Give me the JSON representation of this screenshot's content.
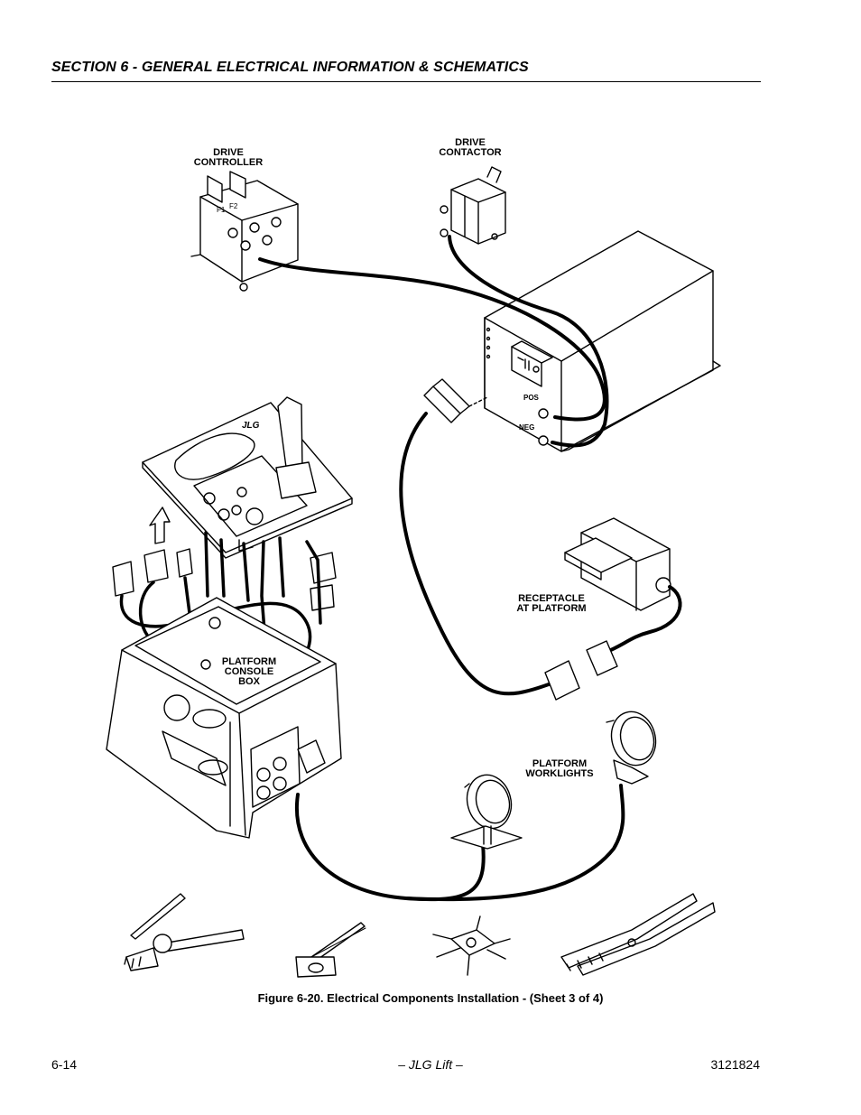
{
  "header": {
    "section_title": "SECTION 6 - GENERAL ELECTRICAL INFORMATION & SCHEMATICS"
  },
  "labels": {
    "drive_controller": [
      "DRIVE",
      "CONTROLLER"
    ],
    "drive_contactor": [
      "DRIVE",
      "CONTACTOR"
    ],
    "receptacle": [
      "RECEPTACLE",
      "AT PLATFORM"
    ],
    "console_box": [
      "PLATFORM",
      "CONSOLE",
      "BOX"
    ],
    "worklights": [
      "PLATFORM",
      "WORKLIGHTS"
    ],
    "pos": "POS",
    "neg": "NEG",
    "f1": "F1",
    "f2": "F2",
    "brand": "JLG"
  },
  "caption": "Figure 6-20.  Electrical Components Installation - (Sheet 3 of 4)",
  "footer": {
    "page": "6-14",
    "center": "– JLG Lift –",
    "doc_number": "3121824"
  }
}
